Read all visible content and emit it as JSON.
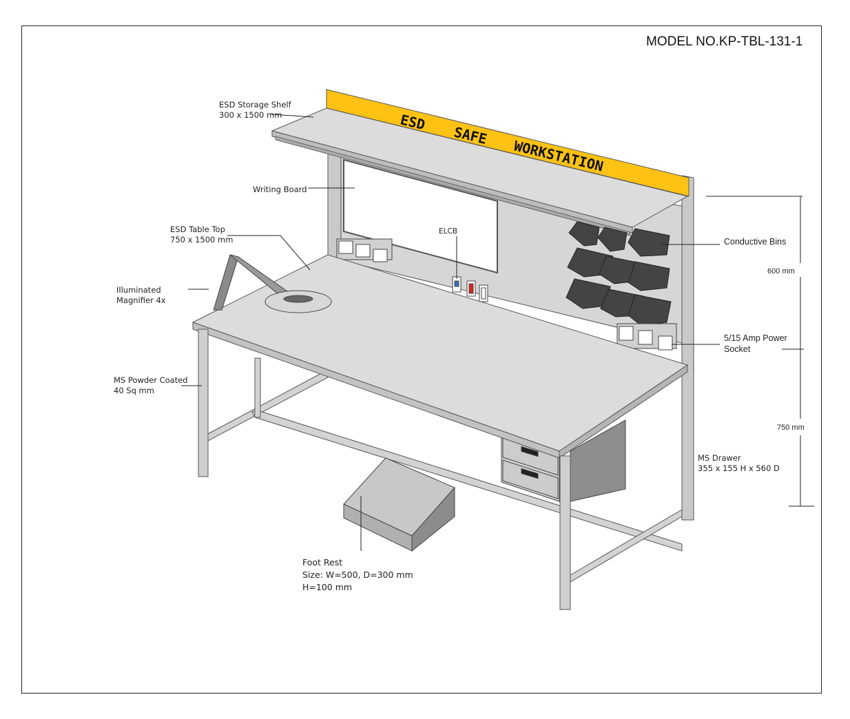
{
  "model_number": "MODEL NO.KP-TBL-131-1",
  "banner": {
    "words": [
      "ESD",
      "SAFE",
      "WORKSTATION"
    ],
    "color": "#fec214"
  },
  "labels": {
    "storage_shelf": {
      "line1": "ESD Storage Shelf",
      "line2": "300 x 1500 mm"
    },
    "writing_board": "Writing Board",
    "table_top": {
      "line1": "ESD Table Top",
      "line2": "750 x 1500 mm"
    },
    "magnifier": {
      "line1": "Illuminated",
      "line2": "Magnifier 4x"
    },
    "frame": {
      "line1": "MS Powder Coated",
      "line2": "40 Sq mm"
    },
    "elcb": "ELCB",
    "bins": "Conductive Bins",
    "socket": {
      "line1": "5/15 Amp Power",
      "line2": "Socket"
    },
    "drawer": {
      "line1": "MS Drawer",
      "line2": "355 x 155 H x 560 D"
    },
    "foot_rest": {
      "line1": "Foot Rest",
      "line2": "Size: W=500, D=300 mm",
      "line3": "H=100 mm"
    }
  },
  "dimensions": {
    "shelf_height": "600 mm",
    "table_height": "750 mm"
  }
}
